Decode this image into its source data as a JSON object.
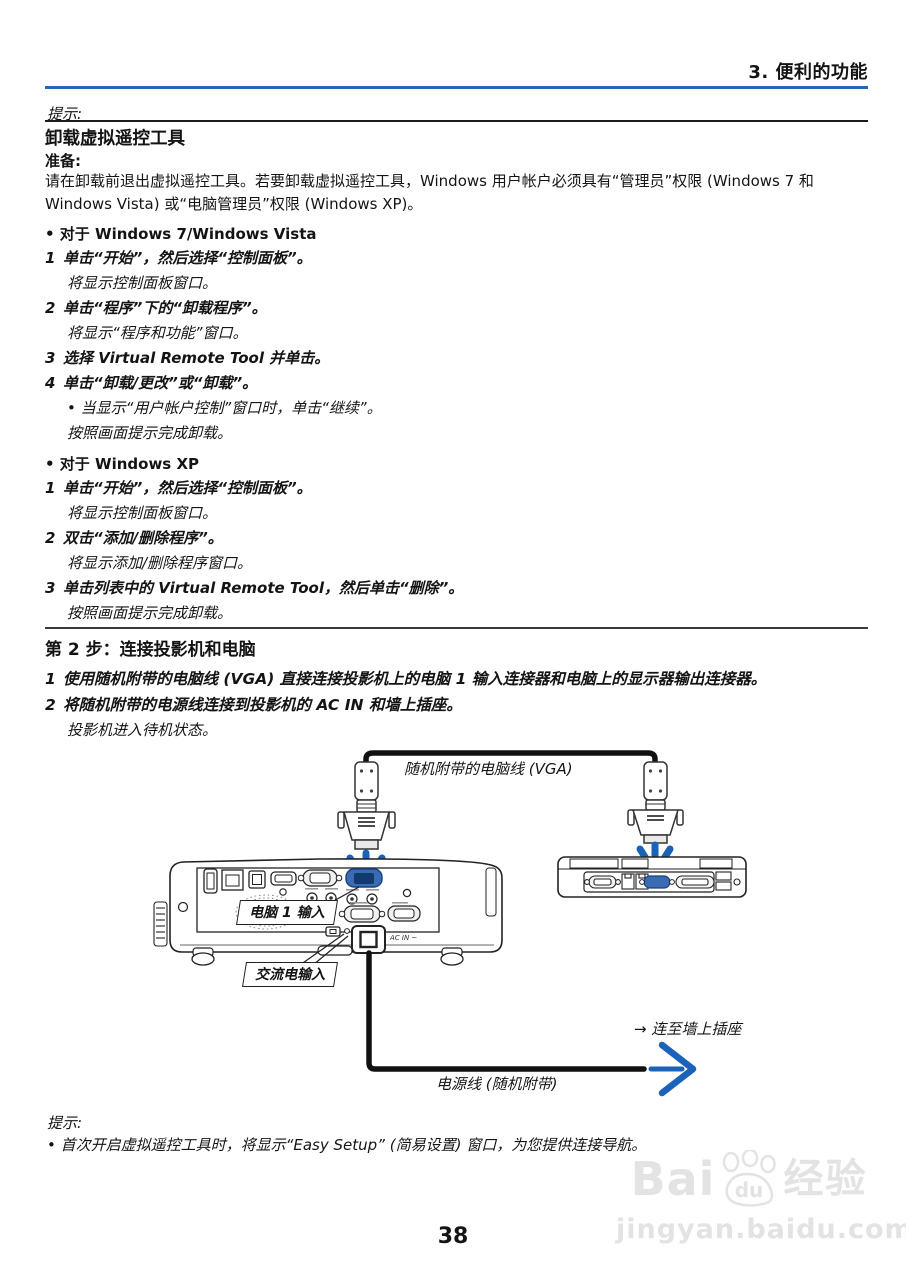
{
  "page": {
    "header": "3. 便利的功能",
    "page_number": "38"
  },
  "colors": {
    "header_line_blue": "#2667b2",
    "arrow_blue": "#1a63b8",
    "vga_port_blue": "#3b6cb2",
    "watermark_gray": "#e3e3e3"
  },
  "tip_top": {
    "label": "提示:"
  },
  "uninstall": {
    "title": "卸载虚拟遥控工具",
    "prep_label": "准备:",
    "prep_text": "请在卸载前退出虚拟遥控工具。若要卸载虚拟遥控工具，Windows 用户帐户必须具有“管理员”权限 (Windows 7 和 Windows Vista) 或“电脑管理员”权限 (Windows XP)。",
    "win7": {
      "heading": "• 对于 Windows 7/Windows Vista",
      "steps": [
        {
          "num": "1",
          "text": "单击“开始”，然后选择“控制面板”。",
          "sub": "将显示控制面板窗口。"
        },
        {
          "num": "2",
          "text": "单击“程序”下的“卸载程序”。",
          "sub": "将显示“程序和功能”窗口。"
        },
        {
          "num": "3",
          "text": "选择 Virtual Remote Tool 并单击。"
        },
        {
          "num": "4",
          "text": "单击“卸载/更改”或“卸载”。",
          "sub": "• 当显示“用户帐户控制”窗口时，单击“继续”。",
          "sub2": "按照画面提示完成卸载。"
        }
      ]
    },
    "winxp": {
      "heading": "• 对于 Windows XP",
      "steps": [
        {
          "num": "1",
          "text": "单击“开始”，然后选择“控制面板”。",
          "sub": "将显示控制面板窗口。"
        },
        {
          "num": "2",
          "text": "双击“添加/删除程序”。",
          "sub": "将显示添加/删除程序窗口。"
        },
        {
          "num": "3",
          "text": "单击列表中的 Virtual Remote Tool，然后单击“删除”。",
          "sub": "按照画面提示完成卸载。"
        }
      ]
    }
  },
  "step2_section": {
    "title": "第 2 步：连接投影机和电脑",
    "steps": [
      {
        "num": "1",
        "text": "使用随机附带的电脑线 (VGA) 直接连接投影机上的电脑 1 输入连接器和电脑上的显示器输出连接器。"
      },
      {
        "num": "2",
        "text": "将随机附带的电源线连接到投影机的 AC IN 和墙上插座。",
        "sub": "投影机进入待机状态。"
      }
    ]
  },
  "diagram": {
    "vga_cable_label": "随机附带的电脑线 (VGA)",
    "computer1_input_label": "电脑 1 输入",
    "ac_input_label": "交流电输入",
    "ac_in_port_text": "AC IN ~",
    "wall_outlet_label": "→ 连至墙上插座",
    "power_cord_label": "电源线 (随机附带)"
  },
  "tip_bottom": {
    "label": "提示:",
    "text": "• 首次开启虚拟遥控工具时，将显示“Easy Setup” (简易设置) 窗口，为您提供连接导航。"
  },
  "watermark": {
    "brand_bai": "Bai",
    "brand_du": "du",
    "brand_cn": "经验",
    "url": "jingyan.baidu.com"
  }
}
